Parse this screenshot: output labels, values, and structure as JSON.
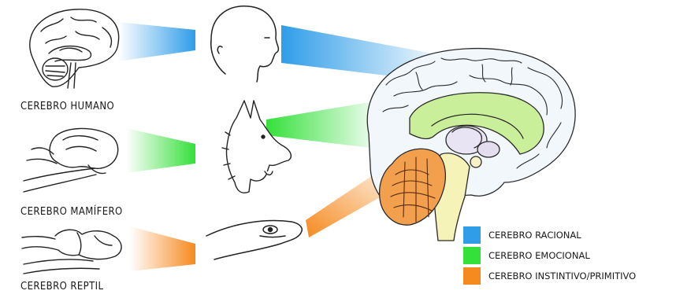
{
  "labels": {
    "human": "CEREBRO HUMANO",
    "mammal": "CEREBRO MAMÍFERO",
    "reptile": "CEREBRO REPTIL"
  },
  "legend": [
    {
      "label": "CEREBRO RACIONAL",
      "color": "#2f9de8"
    },
    {
      "label": "CEREBRO EMOCIONAL",
      "color": "#34e03a"
    },
    {
      "label": "CEREBRO INSTINTIVO/PRIMITIVO",
      "color": "#f58a1f"
    }
  ],
  "colors": {
    "rational": "#2f9de8",
    "emotional": "#34e03a",
    "instinctive": "#f58a1f",
    "cortex_fill": "#f2f7fb",
    "limbic_fill": "#c9ef9a",
    "brainstem_fill": "#f6f3b8",
    "cerebellum_fill": "#f3a04e"
  },
  "icons": [
    "human-brain-icon",
    "human-head-icon",
    "mammal-brain-icon",
    "dog-head-icon",
    "reptile-brain-icon",
    "reptile-head-icon",
    "large-brain-cross-section-icon"
  ]
}
